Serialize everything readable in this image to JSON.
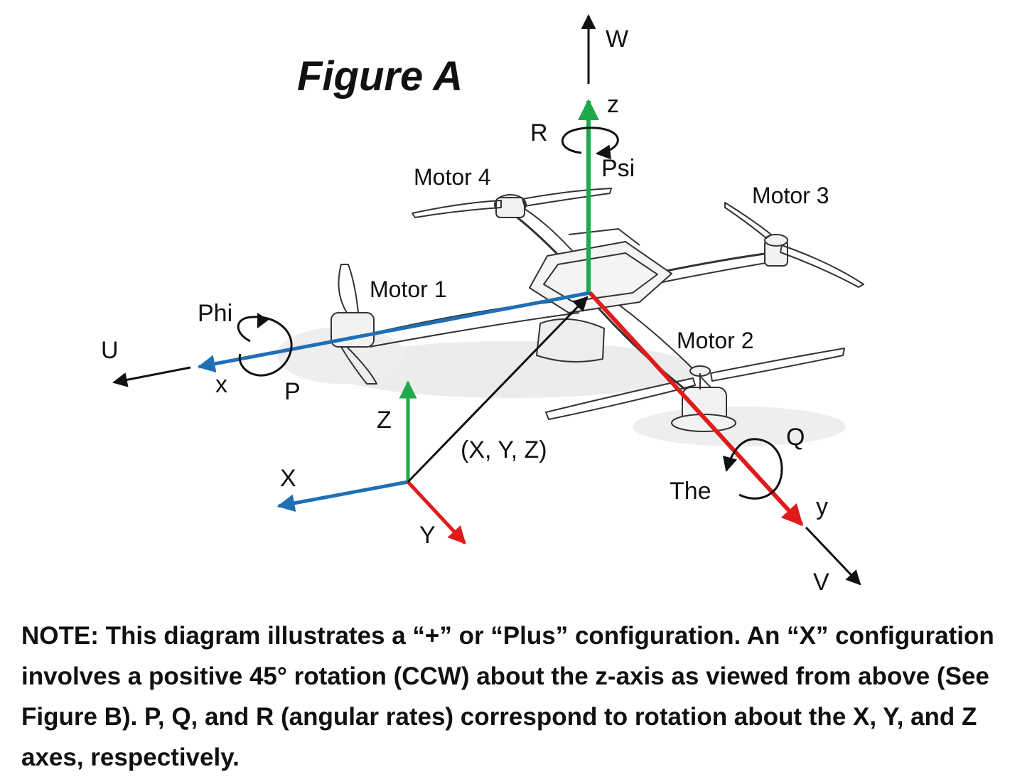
{
  "title": "Figure A",
  "labels": {
    "W": "W",
    "z": "z",
    "R": "R",
    "Psi": "Psi",
    "motor1": "Motor 1",
    "motor2": "Motor 2",
    "motor3": "Motor 3",
    "motor4": "Motor 4",
    "Phi": "Phi",
    "U": "U",
    "x": "x",
    "P": "P",
    "Z": "Z",
    "X": "X",
    "Y": "Y",
    "position": "(X, Y, Z)",
    "Q": "Q",
    "The": "The",
    "y": "y",
    "V": "V"
  },
  "note": "NOTE: This diagram illustrates a “+” or “Plus” configuration. An “X” configuration involves a positive 45° rotation (CCW) about the z-axis as viewed from above (See Figure B). P, Q, and R (angular rates) correspond to rotation about the X, Y, and Z axes, respectively.",
  "colors": {
    "x_axis": "#1f6fb5",
    "y_axis": "#e01b1b",
    "z_axis": "#1faa4a",
    "ink": "#111111"
  }
}
